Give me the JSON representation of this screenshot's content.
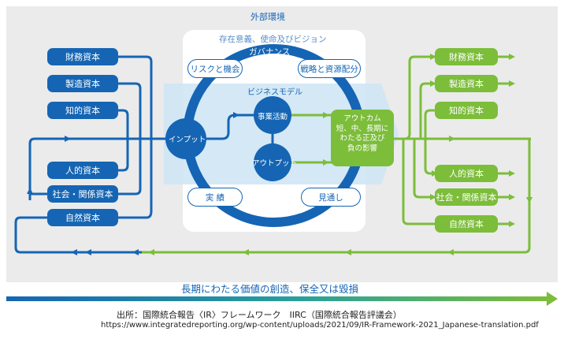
{
  "external_environment": "外部環境",
  "purpose_mission_vision": "存在意義、使命及びビジョン",
  "governance": "ガバナンス",
  "risks_opportunities": "リスクと機会",
  "strategy_resource_allocation": "戦略と資源配分",
  "business_model": "ビジネスモデル",
  "inputs": "インプット",
  "business_activities": "事業活動",
  "outputs": "アウトプット",
  "outcomes_title": "アウトカム",
  "outcomes_lines": [
    "短、中、長期に",
    "わたる正及び",
    "負の影響"
  ],
  "performance": "実 績",
  "outlook": "見通し",
  "capitals_left": [
    "財務資本",
    "製造資本",
    "知的資本",
    "人的資本",
    "社会・関係資本",
    "自然資本"
  ],
  "capitals_right": [
    "財務資本",
    "製造資本",
    "知的資本",
    "人的資本",
    "社会・関係資本",
    "自然資本"
  ],
  "value_creation_arrow": "長期にわたる価値の創造、保全又は毀損",
  "source_line": "出所：国際統合報告〈IR〉フレームワーク　IIRC（国際統合報告評議会）",
  "source_url": "https://www.integratedreporting.org/wp-content/uploads/2021/09/IR-Framework-2021_Japanese-translation.pdf",
  "colors": {
    "blue": "#1565b4",
    "green": "#7cbd3a",
    "background": "#ebebeb",
    "light_blue": "#cfe6f5"
  }
}
